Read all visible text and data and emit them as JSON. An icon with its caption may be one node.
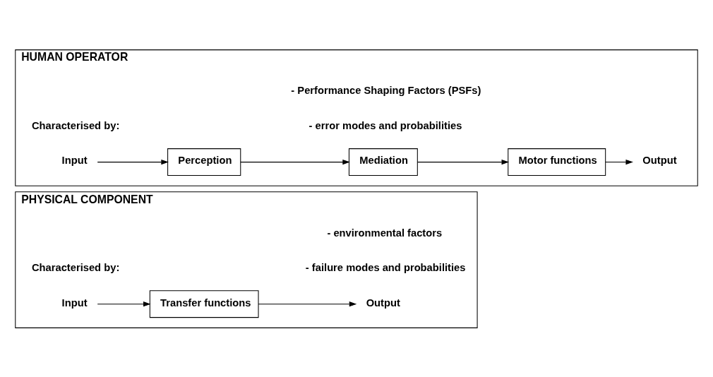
{
  "diagram": {
    "nodes": [
      {
        "text": [
          "PHYSICAL COMPONENT"
        ]
      },
      {
        "text": [
          "Input"
        ],
        "in": 0
      },
      {
        "text": [
          "Transfer functions"
        ],
        "in": 0
      },
      {
        "text": [
          "Output"
        ],
        "in": 0
      },
      {
        "text": [
          "HUMAN OPERATOR"
        ]
      },
      {
        "text": [
          "Input"
        ],
        "in": 4
      },
      {
        "text": [
          "Perception"
        ],
        "in": 4
      },
      {
        "text": [
          "Mediation"
        ],
        "in": 4
      },
      {
        "text": [
          "Motor functions"
        ],
        "in": 4
      },
      {
        "text": [
          "Output"
        ],
        "in": 4
      }
    ],
    "edges": [
      {
        "from": 1,
        "to": 2,
        "arrow": "to"
      },
      {
        "from": 2,
        "to": 3,
        "arrow": "to"
      },
      {
        "from": 5,
        "to": 6,
        "arrow": "to"
      },
      {
        "from": 6,
        "to": 7,
        "arrow": "to"
      },
      {
        "from": 7,
        "to": 8,
        "arrow": "to"
      },
      {
        "from": 8,
        "to": 9,
        "arrow": "to"
      }
    ],
    "labels": [
      "Characterised by:",
      "- failure modes and probabilities",
      "- environmental factors",
      "Characterised by:",
      "- error modes and probabilities",
      "- Performance Shaping Factors (PSFs)"
    ]
  }
}
